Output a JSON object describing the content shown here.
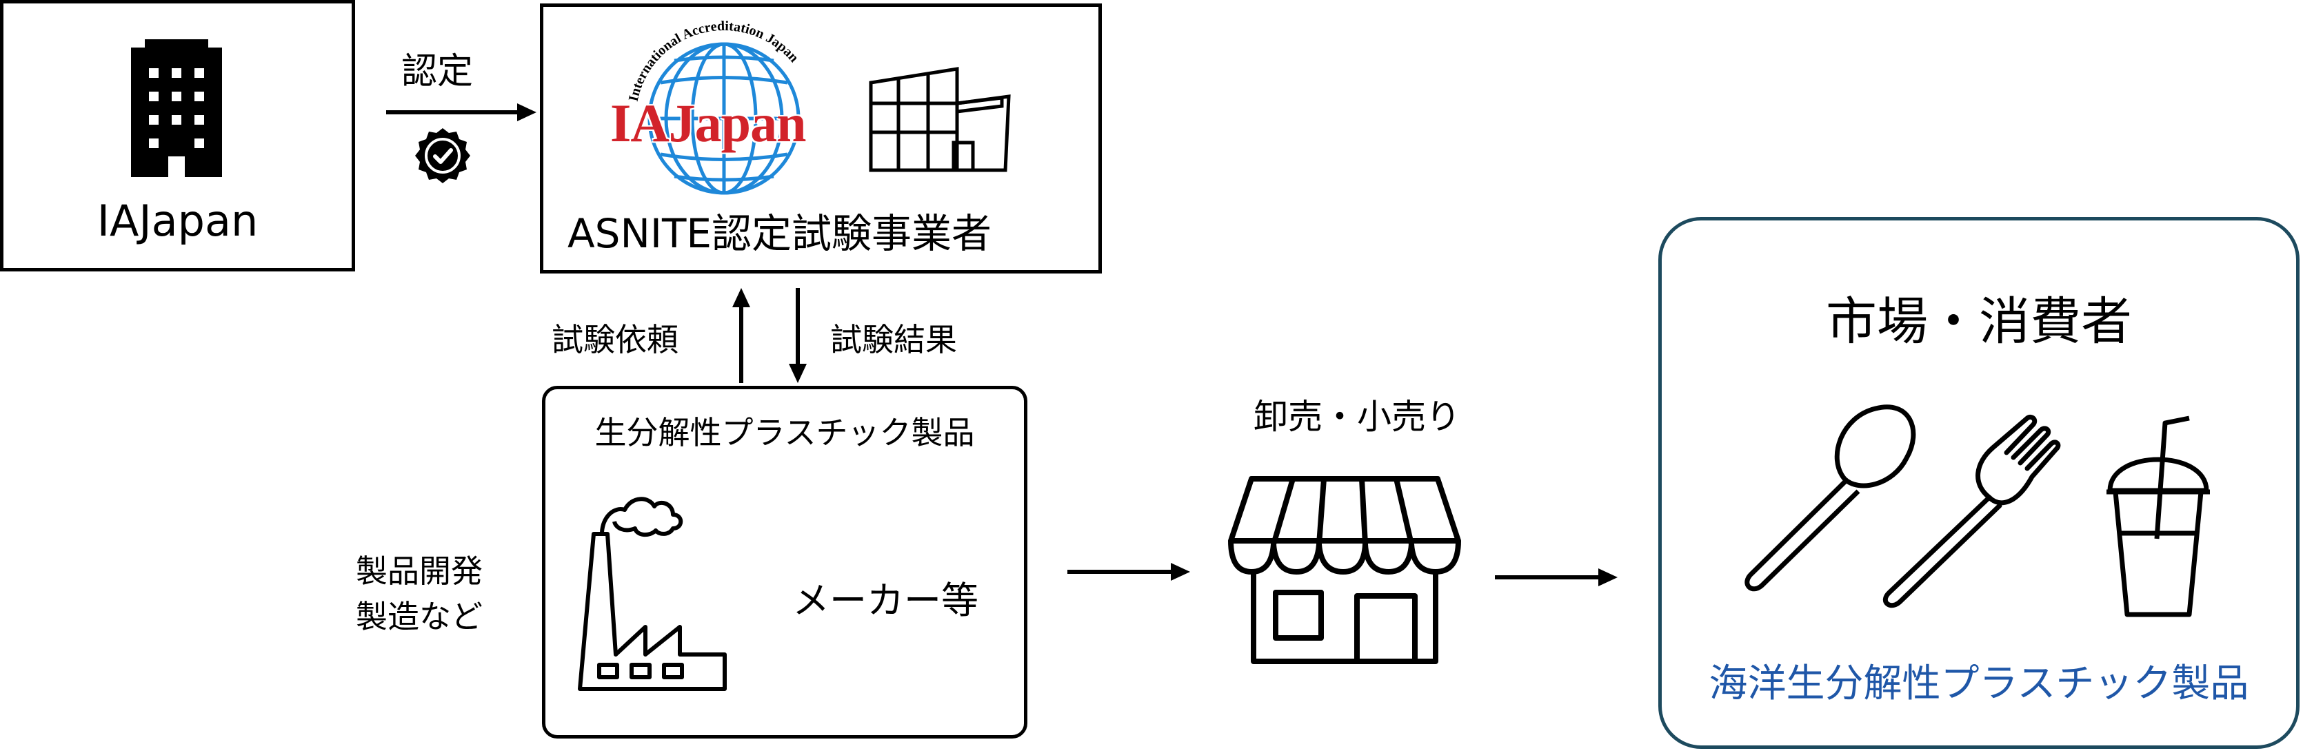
{
  "iajapan_box": {
    "label": "IAJapan"
  },
  "certify_label": "認定",
  "asnite_box": {
    "logo_text": "IAJapan",
    "logo_ring_text": "International Accreditation Japan",
    "label": "ASNITE認定試験事業者"
  },
  "test_request_label": "試験依頼",
  "test_result_label": "試験結果",
  "maker_box": {
    "title": "生分解性プラスチック製品",
    "maker_label": "メーカー等"
  },
  "dev_label_line1": "製品開発",
  "dev_label_line2": "製造など",
  "wholesale_label": "卸売・小売り",
  "market_box": {
    "title": "市場・消費者",
    "product_label": "海洋生分解性プラスチック製品"
  },
  "colors": {
    "logo_red": "#d2232a",
    "logo_blue": "#1e88d9",
    "market_border": "#1d4a5e",
    "product_text": "#1f57a8"
  },
  "icons": [
    "building-icon",
    "certified-badge-icon",
    "globe-logo-icon",
    "lab-building-icon",
    "factory-icon",
    "shop-icon",
    "spoon-icon",
    "fork-icon",
    "cup-icon"
  ]
}
